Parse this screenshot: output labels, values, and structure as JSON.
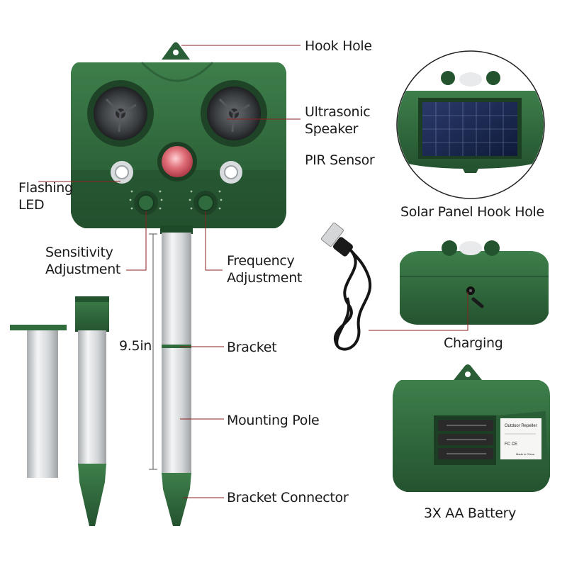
{
  "labels": {
    "hook_hole": "Hook Hole",
    "ultrasonic_speaker": "Ultrasonic\nSpeaker",
    "pir_sensor": "PIR Sensor",
    "flashing_led": "Flashing\nLED",
    "solar_panel_hook_hole": "Solar Panel Hook Hole",
    "sensitivity_adjustment": "Sensitivity\nAdjustment",
    "frequency_adjustment": "Frequency\nAdjustment",
    "charging": "Charging",
    "pole_length": "9.5in",
    "bracket": "Bracket",
    "mounting_pole": "Mounting Pole",
    "bracket_connector": "Bracket Connector",
    "battery": "3X AA Battery"
  },
  "battery_sticker": {
    "title": "Outdoor Repeller",
    "marks": "FC CE",
    "made_in": "Made in China"
  },
  "colors": {
    "housing_green": "#2f6b3c",
    "housing_dark": "#1f4a2a",
    "pole_silver": "#d7dadc",
    "pir_red": "#e0707a",
    "leader_line": "#8b2020"
  }
}
